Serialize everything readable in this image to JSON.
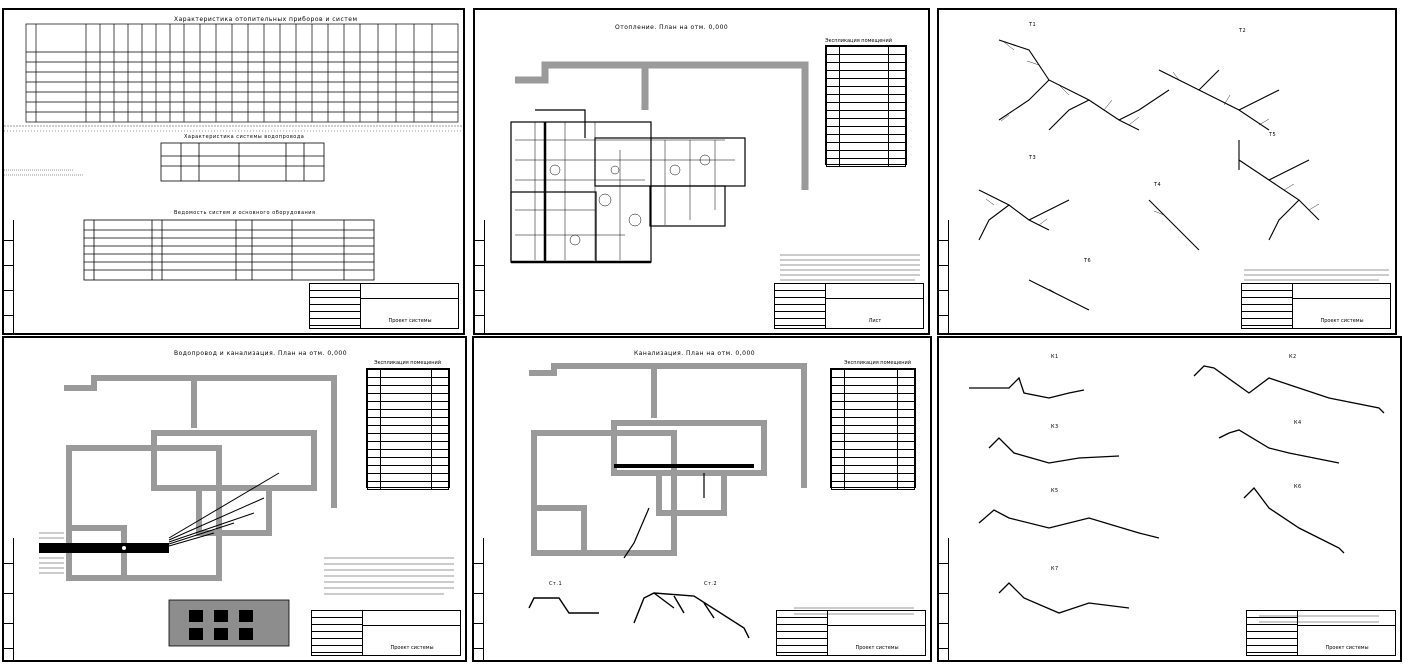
{
  "sheets": [
    {
      "id": "tables",
      "title": "Характеристика отопительных приборов и систем",
      "sub1": "Характеристика системы водопровода",
      "sub2": "Ведомость систем и основного оборудования"
    },
    {
      "id": "plan-heating",
      "title": "Отопление. План на отм. 0,000",
      "legend_title": "Экспликация помещений"
    },
    {
      "id": "iso-heating",
      "labels": [
        "Т1",
        "Т2",
        "Т3",
        "Т4",
        "Т5",
        "Т6"
      ]
    },
    {
      "id": "plan-water",
      "title": "Водопровод и канализация. План на отм. 0,000",
      "legend_title": "Экспликация помещений"
    },
    {
      "id": "plan-sewer",
      "title": "Канализация. План на отм. 0,000",
      "legend_title": "Экспликация помещений",
      "risers": [
        "Ст.1",
        "Ст.2"
      ]
    },
    {
      "id": "iso-sewer",
      "labels": [
        "К1",
        "К2",
        "К3",
        "К4",
        "К5",
        "К6",
        "К7"
      ]
    }
  ],
  "stamp": {
    "line1": "Лист",
    "line2": "Проект системы"
  },
  "colors": {
    "line": "#000000",
    "wall": "#9a9a9a",
    "paper": "#ffffff"
  }
}
